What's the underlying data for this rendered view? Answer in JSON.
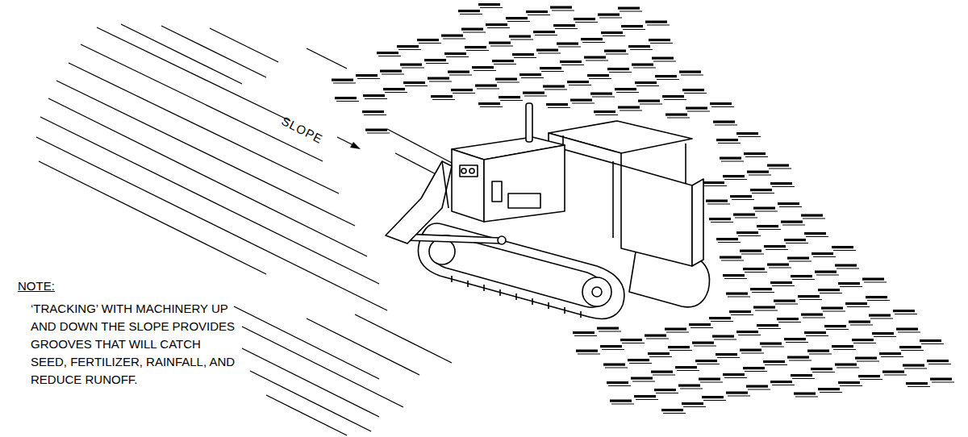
{
  "diagram": {
    "labels": [
      "SLOPE",
      "NOTE:",
      "‘TRACKING’ WITH MACHINERY UP AND DOWN THE SLOPE PROVIDES GROOVES THAT WILL CATCH SEED, FERTILIZER, RAINFALL, AND REDUCE RUNOFF."
    ]
  }
}
